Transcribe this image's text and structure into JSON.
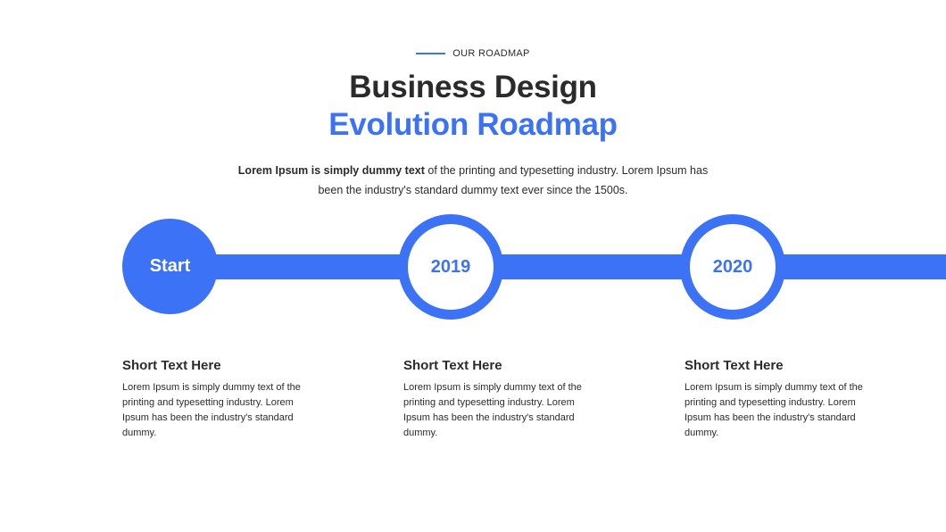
{
  "header": {
    "eyebrow": "OUR ROADMAP",
    "title_line1": "Business Design",
    "title_line2": "Evolution Roadmap",
    "intro_bold": "Lorem Ipsum is simply dummy text",
    "intro_rest": " of the printing and typesetting industry. Lorem Ipsum has been the industry's standard dummy text ever since the 1500s."
  },
  "timeline": {
    "nodes": [
      {
        "label": "Start"
      },
      {
        "label": "2019"
      },
      {
        "label": "2020"
      }
    ]
  },
  "cards": [
    {
      "title": "Short Text Here",
      "body": "Lorem Ipsum is simply dummy text of the printing and typesetting industry. Lorem Ipsum has been the industry's standard dummy."
    },
    {
      "title": "Short Text Here",
      "body": "Lorem Ipsum is simply dummy text of the printing and typesetting industry. Lorem Ipsum has been the industry's standard dummy."
    },
    {
      "title": "Short Text Here",
      "body": "Lorem Ipsum is simply dummy text of the printing and typesetting industry. Lorem Ipsum has been the industry's standard dummy."
    }
  ],
  "colors": {
    "accent": "#3b72f6",
    "text": "#2b2b2b",
    "background": "#ffffff"
  }
}
